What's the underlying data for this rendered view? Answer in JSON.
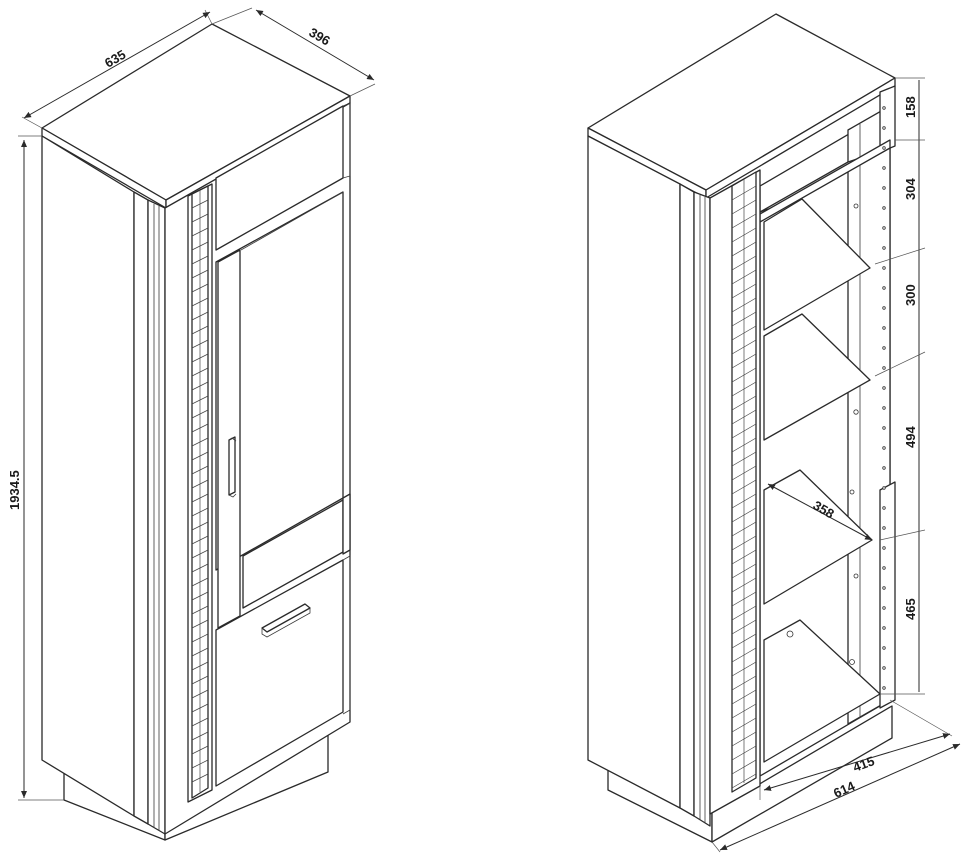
{
  "dimensions": {
    "width": "635",
    "depth": "396",
    "height": "1934.5",
    "top_gap": "158",
    "shelf_1": "304",
    "shelf_2": "300",
    "shelf_3": "494",
    "bottom": "465",
    "shelf_depth": "358",
    "inner_width": "415",
    "outer_width": "614"
  },
  "colors": {
    "line": "#2a2a2a",
    "background": "#ffffff"
  },
  "icons": {
    "handle_closed_upper": "bar-handle",
    "handle_closed_lower": "bar-handle"
  }
}
